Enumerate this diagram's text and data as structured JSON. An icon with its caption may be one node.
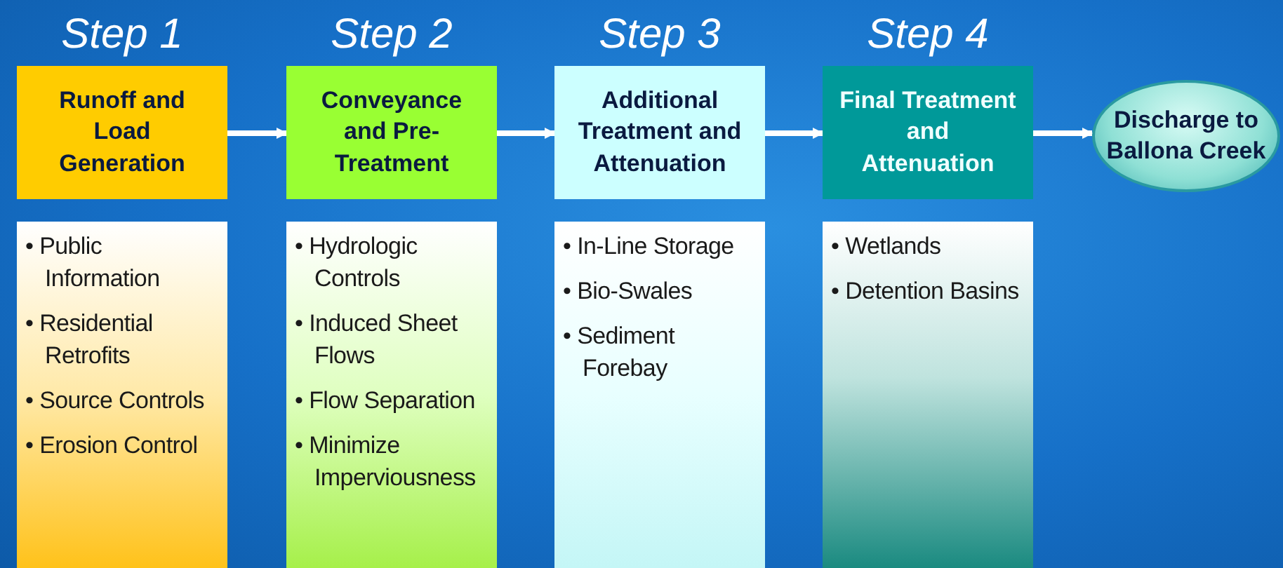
{
  "diagram": {
    "nodes": [
      {
        "text": [
          "Runoff and Load Generation"
        ],
        "beside": [
          "Step 1"
        ]
      },
      {
        "text": [
          "Conveyance and Pre-Treatment"
        ],
        "beside": [
          "Step 2"
        ]
      },
      {
        "text": [
          "Additional Treatment and Attenuation"
        ],
        "beside": [
          "Step 3"
        ]
      },
      {
        "text": [
          "Final Treatment and Attenuation"
        ],
        "beside": [
          "Step 4"
        ]
      },
      {
        "text": [
          "Discharge to Ballona Creek"
        ]
      },
      {
        "text": [
          "• Public Information",
          "• Residential Retrofits",
          "• Source Controls",
          "• Erosion Control"
        ]
      },
      {
        "text": [
          "• Hydrologic Controls",
          "• Induced Sheet Flows",
          "• Flow Separation",
          "• Minimize Imperviousness"
        ]
      },
      {
        "text": [
          "• In-Line Storage",
          "• Bio-Swales",
          "• Sediment Forebay"
        ]
      },
      {
        "text": [
          "• Wetlands",
          "• Detention Basins"
        ]
      }
    ],
    "edges": [
      {
        "from": 0,
        "to": 1,
        "arrow": "to"
      },
      {
        "from": 1,
        "to": 2,
        "arrow": "to"
      },
      {
        "from": 2,
        "to": 3,
        "arrow": "to"
      },
      {
        "from": 3,
        "to": 4,
        "arrow": "to"
      }
    ]
  }
}
